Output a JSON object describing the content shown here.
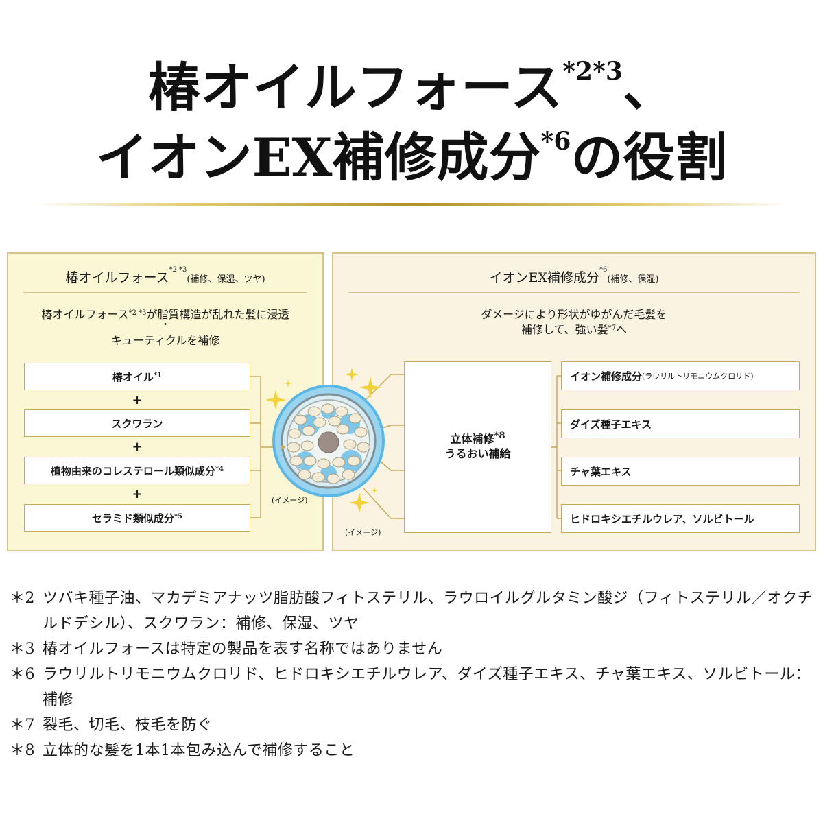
{
  "header": {
    "line1": "椿オイルフォース",
    "line1_sup": "*2*3",
    "line1_end": "、",
    "line2": "イオンEX補修成分",
    "line2_sup": "*6",
    "line2_end": "の役割"
  },
  "left_panel": {
    "title": "椿オイルフォース",
    "title_sup": "*2 *3",
    "title_note": "(補修、保湿、ツヤ)",
    "desc_line1_a": "椿オイルフォース",
    "desc_line1_sup": "*2 *3",
    "desc_line1_b": "が脂質構造が乱れた髪に浸透",
    "desc_dot": "・",
    "desc_line2": "キューティクルを補修",
    "items": [
      {
        "label": "椿オイル",
        "sup": "*1"
      },
      {
        "label": "スクワラン",
        "sup": ""
      },
      {
        "label": "植物由来のコレステロール類似成分",
        "sup": "*4"
      },
      {
        "label": "セラミド類似成分",
        "sup": "*5"
      }
    ],
    "plus": "+",
    "image_caption": "(イメージ)"
  },
  "right_panel": {
    "title": "イオンEX補修成分",
    "title_sup": "*6",
    "title_note": "(補修、保湿)",
    "desc_line1": "ダメージにより形状がゆがんだ毛髪を",
    "desc_line2_a": "補修して、強い髪",
    "desc_line2_sup": "*7",
    "desc_line2_b": "へ",
    "center_line1": "立体補修",
    "center_line1_sup": "*8",
    "center_line2": "うるおい補給",
    "items": [
      {
        "label": "イオン補修成分",
        "note": "(ラウリルトリモニウムクロリド)"
      },
      {
        "label": "ダイズ種子エキス",
        "note": ""
      },
      {
        "label": "チャ葉エキス",
        "note": ""
      },
      {
        "label": "ヒドロキシエチルウレア、ソルビトール",
        "note": ""
      }
    ],
    "image_caption": "(イメージ)"
  },
  "footnotes": [
    {
      "mark": "＊2",
      "text": "ツバキ種子油、マカデミアナッツ脂肪酸フィトステリル、ラウロイルグルタミン酸ジ（フィトステリル／オクチルドデシル）、スクワラン：補修、保湿、ツヤ"
    },
    {
      "mark": "＊3",
      "text": "椿オイルフォースは特定の製品を表す名称ではありません"
    },
    {
      "mark": "＊6",
      "text": "ラウリルトリモニウムクロリド、ヒドロキシエチルウレア、ダイズ種子エキス、チャ葉エキス、ソルビトール：補修"
    },
    {
      "mark": "＊7",
      "text": "裂毛、切毛、枝毛を防ぐ"
    },
    {
      "mark": "＊8",
      "text": "立体的な髪を1本1本包み込んで補修すること"
    }
  ],
  "colors": {
    "gold": "#c9a95a",
    "left_bg": "#fbf6d4",
    "right_bg": "#fbf3e2",
    "sparkle": "#f2d23a",
    "hair_blue": "#5bb8e6"
  }
}
